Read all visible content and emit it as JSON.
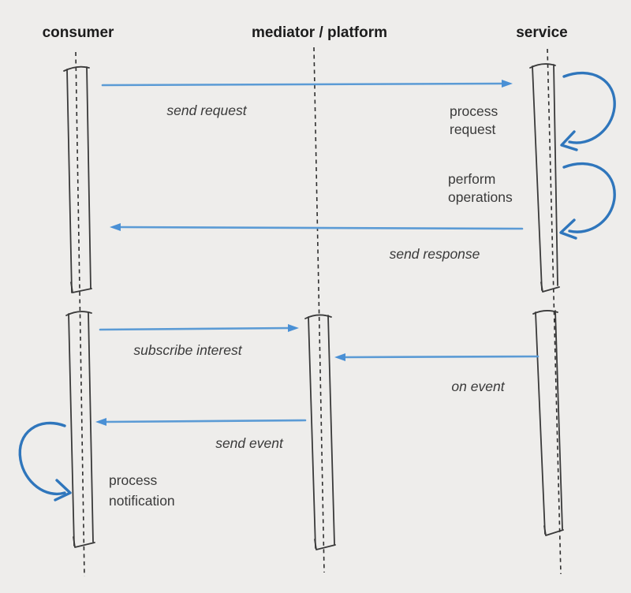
{
  "diagram": {
    "type": "sequence-diagram",
    "background": "#eeedeb",
    "colors": {
      "message_arrow": "#5b9bd5",
      "self_loop_arrow": "#2f76bc",
      "lifeline": "#2e2e2e",
      "activation_outline": "#3a3a3a",
      "label_text": "#3a3a3a",
      "header_text": "#1c1c1c"
    },
    "actors": {
      "consumer": {
        "label": "consumer"
      },
      "mediator": {
        "label": "mediator / platform"
      },
      "service": {
        "label": "service"
      }
    },
    "messages": {
      "send_request": "send request",
      "send_response": "send response",
      "subscribe_interest": "subscribe interest",
      "on_event": "on event",
      "send_event": "send event"
    },
    "self_calls": {
      "process_request": {
        "line1": "process",
        "line2": "request"
      },
      "perform_operations": {
        "line1": "perform",
        "line2": "operations"
      },
      "process_notification": {
        "line1": "process",
        "line2": "notification"
      }
    }
  }
}
